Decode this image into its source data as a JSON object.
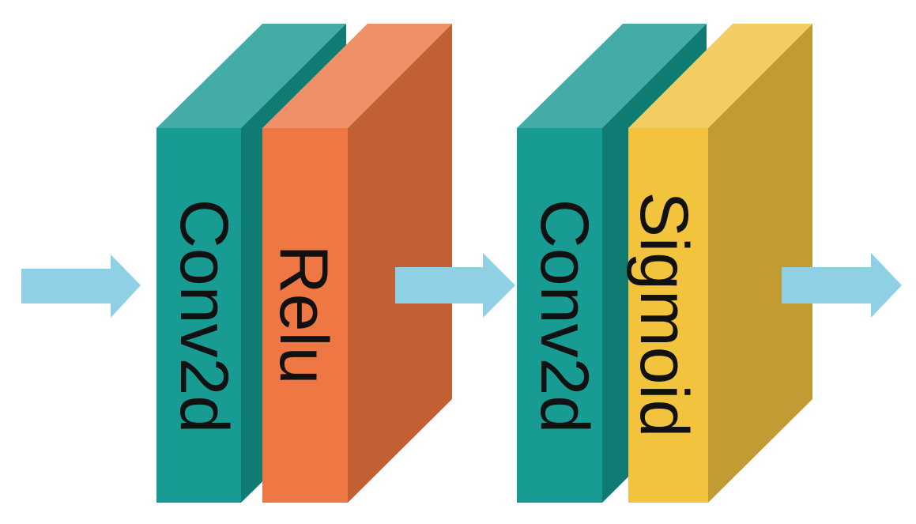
{
  "diagram": {
    "arrow_color": "#8fd0e4",
    "blocks": [
      {
        "label": "Conv2d",
        "colors": {
          "front": "#179b92",
          "side": "#0f7b73",
          "top": "#44aca6"
        }
      },
      {
        "label": "Relu",
        "colors": {
          "front": "#ef7744",
          "side": "#c25f33",
          "top": "#ef9168"
        }
      },
      {
        "label": "Conv2d",
        "colors": {
          "front": "#179b92",
          "side": "#0f7b73",
          "top": "#44aca6"
        }
      },
      {
        "label": "Sigmoid",
        "colors": {
          "front": "#f2c33c",
          "side": "#c39b33",
          "top": "#f2cd63"
        }
      }
    ]
  }
}
